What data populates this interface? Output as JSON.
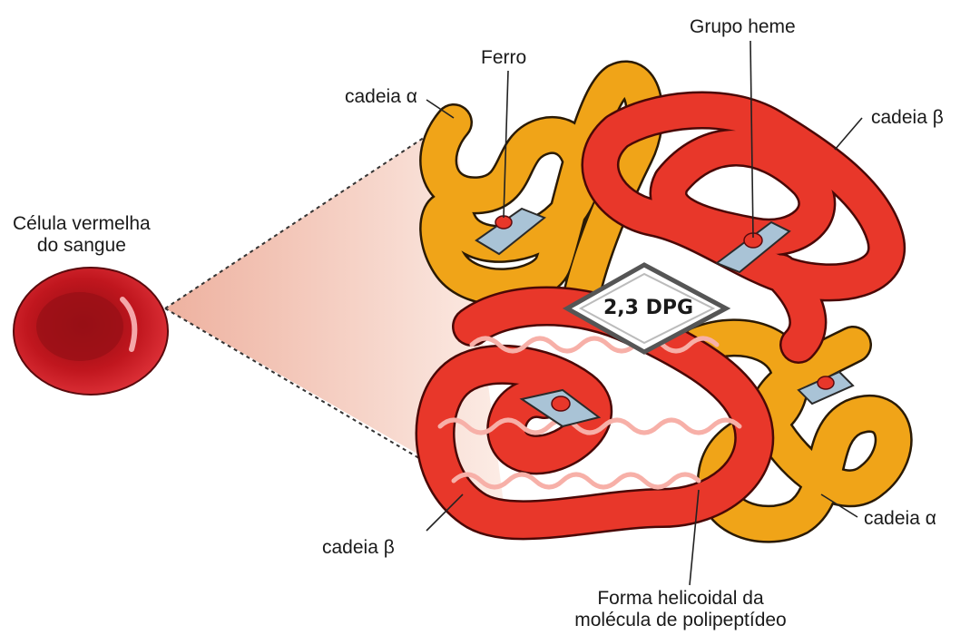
{
  "labels": {
    "cell": [
      "Célula vermelha",
      "do sangue"
    ],
    "alpha_top": "cadeia α",
    "iron": "Ferro",
    "heme": "Grupo heme",
    "beta_top": "cadeia β",
    "dpg": "2,3 DPG",
    "beta_bottom": "cadeia β",
    "alpha_bottom": "cadeia α",
    "helix": [
      "Forma helicoidal da",
      "molécula de polipeptídeo"
    ]
  },
  "colors": {
    "alpha_chain": "#f0a418",
    "beta_chain": "#e8372a",
    "beta_highlight": "#f7b0a8",
    "rbc": "#c0161e",
    "cone": "#f3c4b2",
    "heme_plate": "#a9c3d6"
  }
}
